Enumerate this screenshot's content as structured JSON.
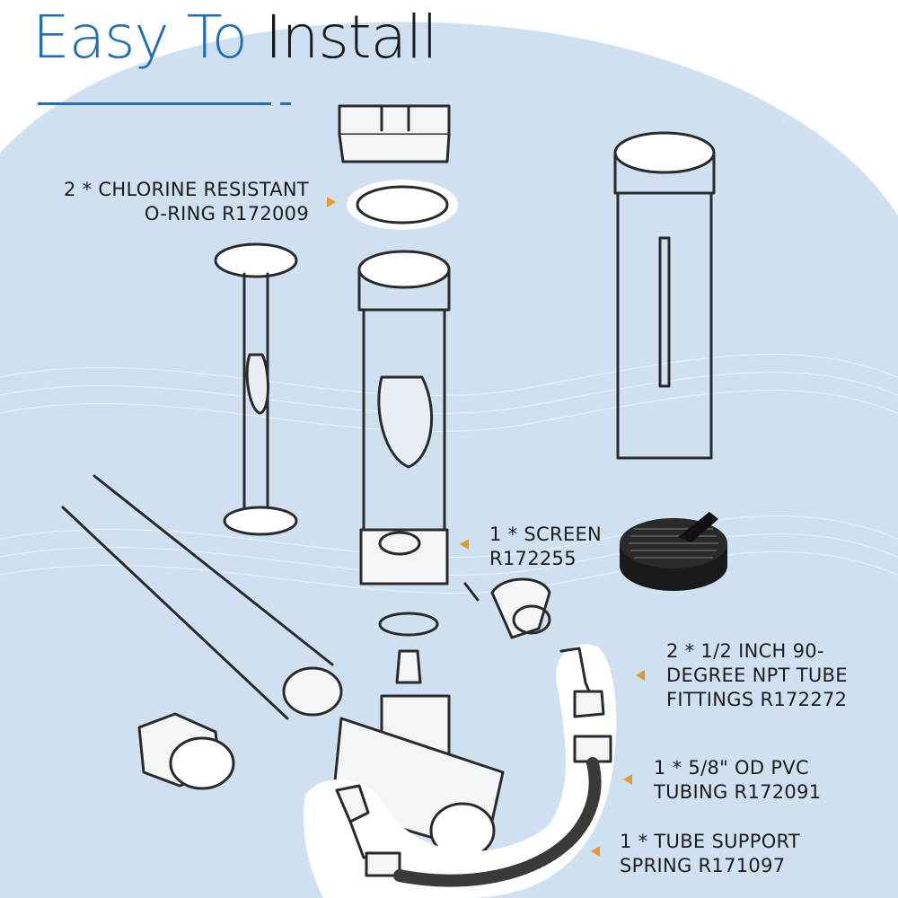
{
  "header": {
    "title_accent": "Easy To",
    "title_main": "Install"
  },
  "colors": {
    "brand_blue": "#1f6fb8",
    "pointer_orange": "#e59a2a",
    "background_blue": "#cfe1f1"
  },
  "callouts": {
    "o_ring": {
      "line1": "2 * CHLORINE RESISTANT",
      "line2": "O-RING R172009"
    },
    "screen": {
      "line1": "1 * SCREEN",
      "line2": "R172255"
    },
    "fittings": {
      "line1": "2 * 1/2 INCH 90-",
      "line2": "DEGREE NPT TUBE",
      "line3": "FITTINGS R172272"
    },
    "tubing": {
      "line1": "1 * 5/8\" OD PVC",
      "line2": "TUBING R172091"
    },
    "spring": {
      "line1": "1 * TUBE SUPPORT",
      "line2": "SPRING R171097"
    }
  },
  "icons": [
    "pointer-icon",
    "exploded-diagram-illustration",
    "screen-part-photo"
  ]
}
